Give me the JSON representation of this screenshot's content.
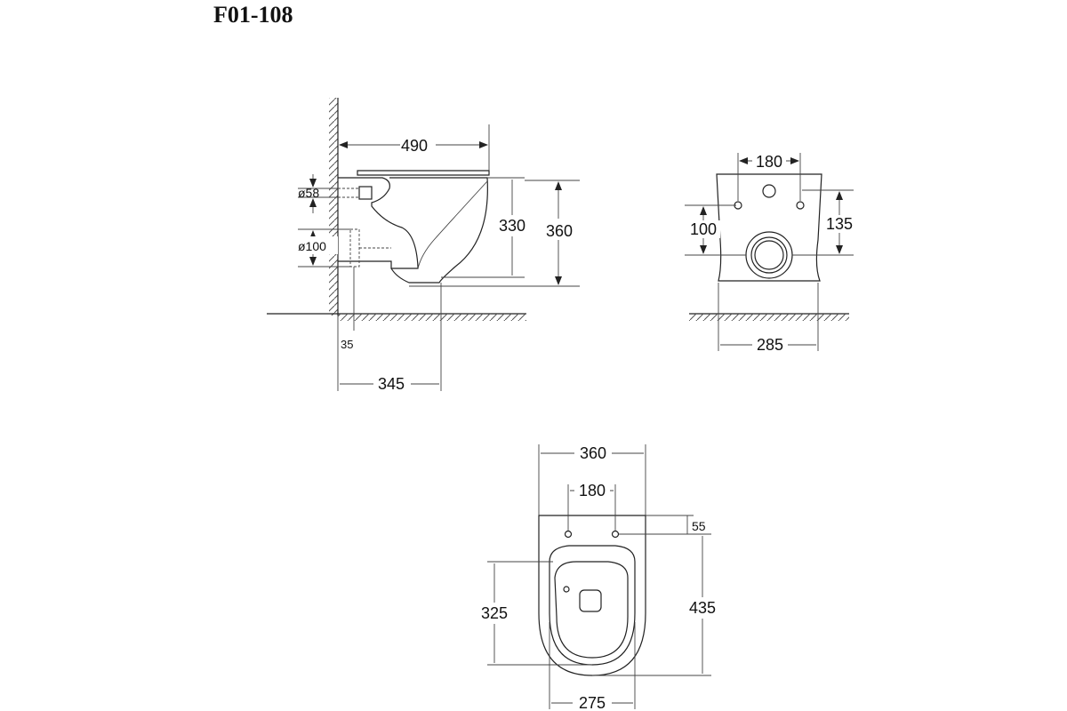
{
  "title": "F01-108",
  "side_view": {
    "dim_depth": "490",
    "dim_inlet_diameter": "ø58",
    "dim_outlet_diameter": "ø100",
    "dim_bowl_height": "330",
    "dim_total_height": "360",
    "dim_wall_gap": "35",
    "dim_outlet_distance": "345"
  },
  "rear_view": {
    "dim_bolt_spacing": "180",
    "dim_bolt_height_left": "100",
    "dim_bolt_height_right": "135",
    "dim_width": "285"
  },
  "top_view": {
    "dim_width": "360",
    "dim_bolt_spacing": "180",
    "dim_bolt_offset": "55",
    "dim_seat_length": "325",
    "dim_total_length": "435",
    "dim_seat_width": "275"
  }
}
